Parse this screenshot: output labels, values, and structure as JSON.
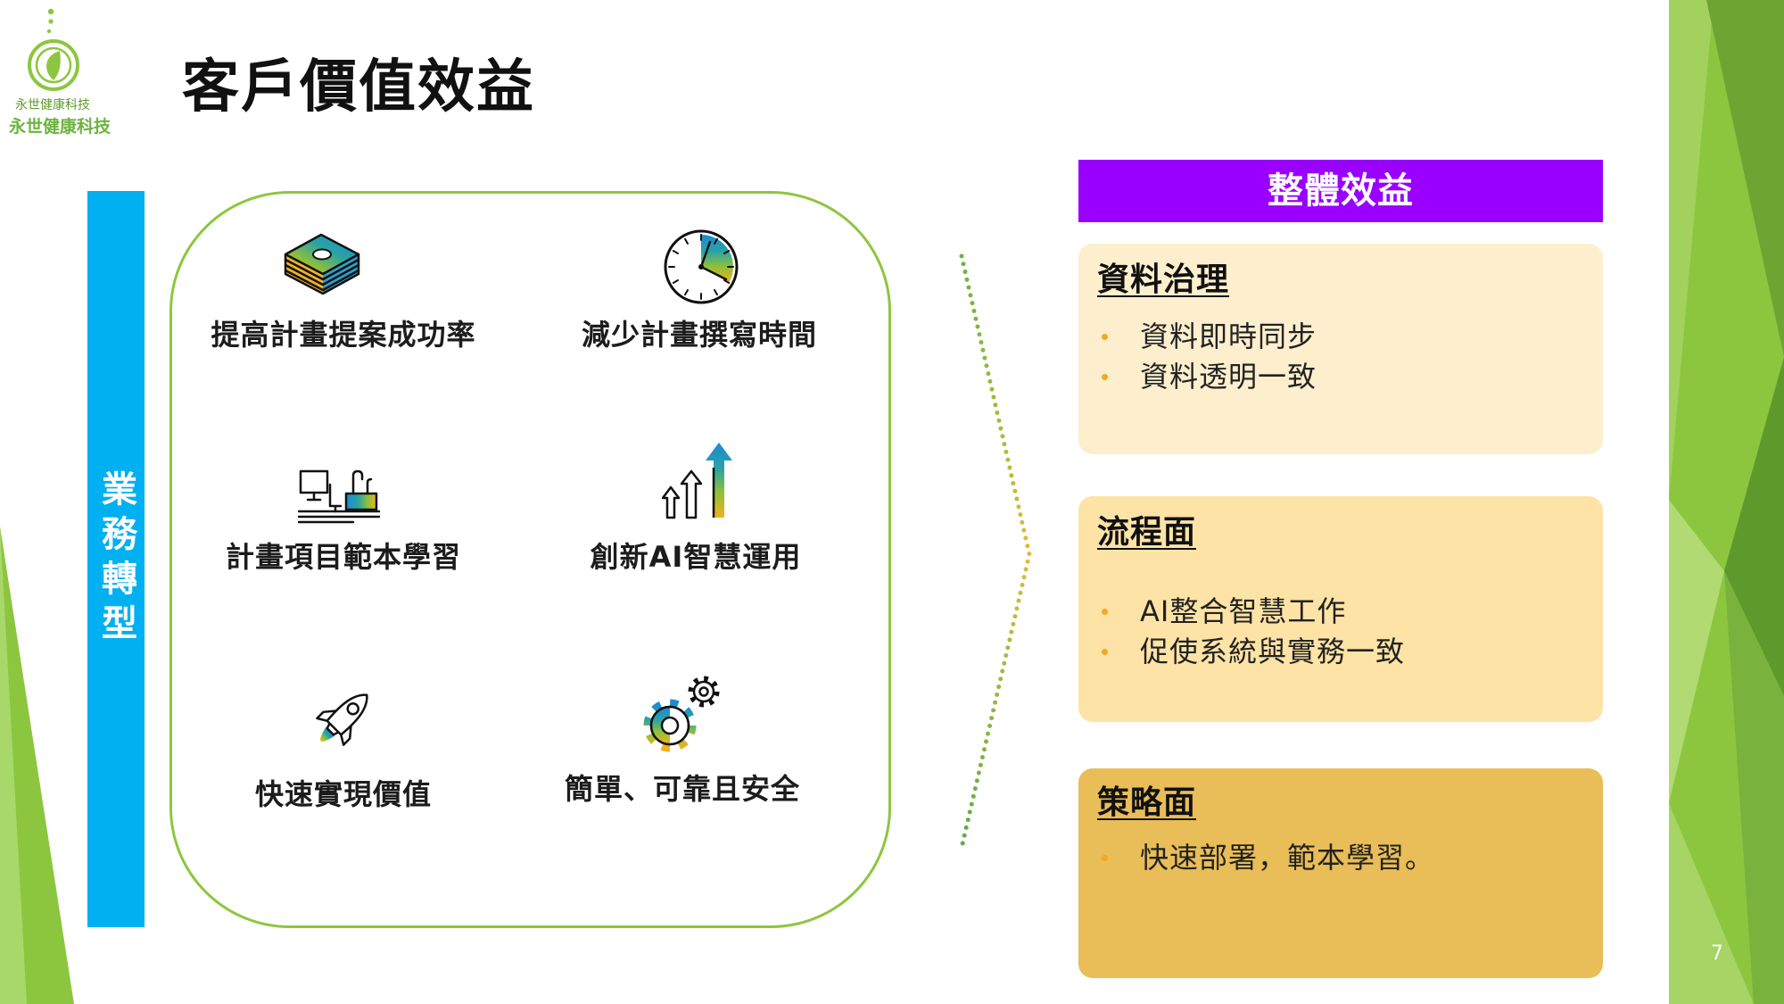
{
  "slide": {
    "title": "客戶價值效益",
    "page_number": "7"
  },
  "logo": {
    "icon": "leaf-circle-logo-icon",
    "company_small": "永世健康科技",
    "company_large": "永世健康科技"
  },
  "side_banner": {
    "label": "業務轉型"
  },
  "features": [
    {
      "icon": "money-stack-icon",
      "label": "提高計畫提案成功率"
    },
    {
      "icon": "clock-icon",
      "label": "減少計畫撰寫時間"
    },
    {
      "icon": "computer-desk-icon",
      "label": "計畫項目範本學習"
    },
    {
      "icon": "growth-arrows-icon",
      "label": "創新AI智慧運用"
    },
    {
      "icon": "rocket-icon",
      "label": "快速實現價值"
    },
    {
      "icon": "gears-icon",
      "label": "簡單、可靠且安全"
    }
  ],
  "overall_benefits": {
    "header": "整體效益",
    "sections": [
      {
        "title": "資料治理",
        "bullets": [
          "資料即時同步",
          "資料透明一致"
        ]
      },
      {
        "title": "流程面",
        "bullets": [
          "AI整合智慧工作",
          "促使系統與實務一致"
        ]
      },
      {
        "title": "策略面",
        "bullets": [
          "快速部署，範本學習。"
        ]
      }
    ]
  },
  "colors": {
    "banner_blue": "#00b0f0",
    "header_purple": "#9900ff",
    "frame_green": "#8dc63f",
    "section_1_bg": "#fdefcd",
    "section_2_bg": "#fde3a5",
    "section_3_bg": "#e9bd57",
    "bullet_orange": "#f5a623",
    "accent_green": "#8cc63f"
  }
}
